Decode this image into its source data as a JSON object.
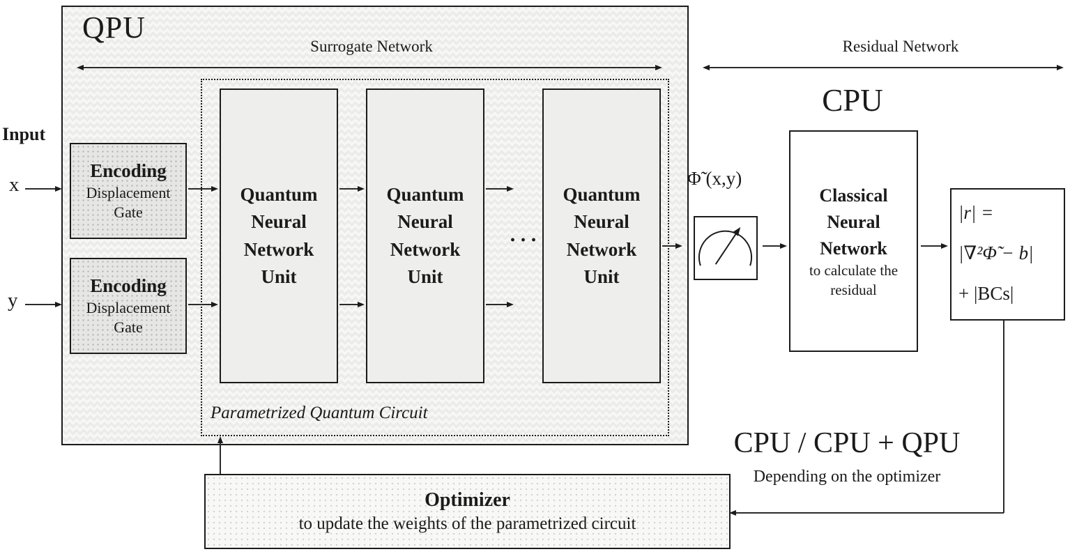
{
  "diagram": {
    "qpu_label": "QPU",
    "surrogate_label": "Surrogate Network",
    "residual_label": "Residual Network",
    "cpu_label": "CPU",
    "input": {
      "label": "Input",
      "x": "x",
      "y": "y"
    },
    "encoding": {
      "title": "Encoding",
      "subtitle": "Displacement\nGate"
    },
    "qnn_unit_text": "Quantum\nNeural\nNetwork\nUnit",
    "ellipsis": "···",
    "pqc_label": "Parametrized Quantum Circuit",
    "measurement_output_label": "Φ̃ (x,y)",
    "cnn": {
      "title": "Classical\nNeural\nNetwork",
      "subtitle": "to calculate the\nresidual"
    },
    "residual_formula": {
      "line1": "|r| =",
      "line2": "|∇²Φ̃ − b|",
      "line3": "+ |BCs|"
    },
    "cpu_qpu_label": "CPU / CPU + QPU",
    "depending_label": "Depending on the optimizer",
    "optimizer": {
      "title": "Optimizer",
      "subtitle": "to update the weights of the parametrized circuit"
    },
    "colors": {
      "line": "#1b1b1b",
      "panel_fill": "#f7f7f6",
      "unit_fill": "#eeeeec",
      "encoding_fill": "#e6e6e4",
      "optimizer_fill": "#f8f8f6"
    }
  }
}
